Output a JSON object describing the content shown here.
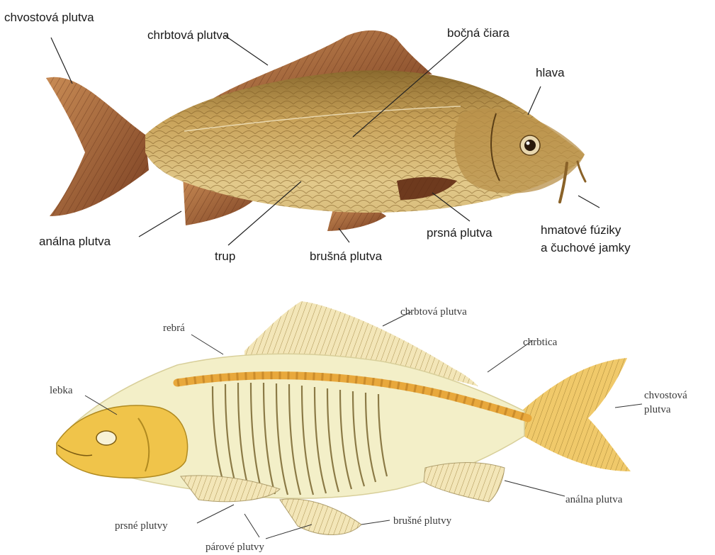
{
  "external_anatomy": {
    "labels": {
      "tail_fin": "chvostová plutva",
      "dorsal_fin": "chrbtová plutva",
      "lateral_line": "bočná čiara",
      "head": "hlava",
      "anal_fin": "análna plutva",
      "trunk": "trup",
      "pelvic_fin": "brušná plutva",
      "pectoral_fin": "prsná plutva",
      "barbels_line1": "hmatové fúziky",
      "barbels_line2": "a čuchové jamky"
    }
  },
  "skeleton": {
    "labels": {
      "dorsal_fin": "chrbtová plutva",
      "ribs": "rebrá",
      "spine": "chrbtica",
      "skull": "lebka",
      "tail_fin_line1": "chvostová",
      "tail_fin_line2": "plutva",
      "anal_fin": "análna plutva",
      "pectoral_fins": "prsné plutvy",
      "pelvic_fins": "brušné plutvy",
      "paired_fins": "párové plutvy"
    }
  },
  "colors": {
    "scale_body": "#c9a35a",
    "fin": "#a8673a",
    "bone": "#e8b84c",
    "skeleton_body": "#f3efc8"
  }
}
